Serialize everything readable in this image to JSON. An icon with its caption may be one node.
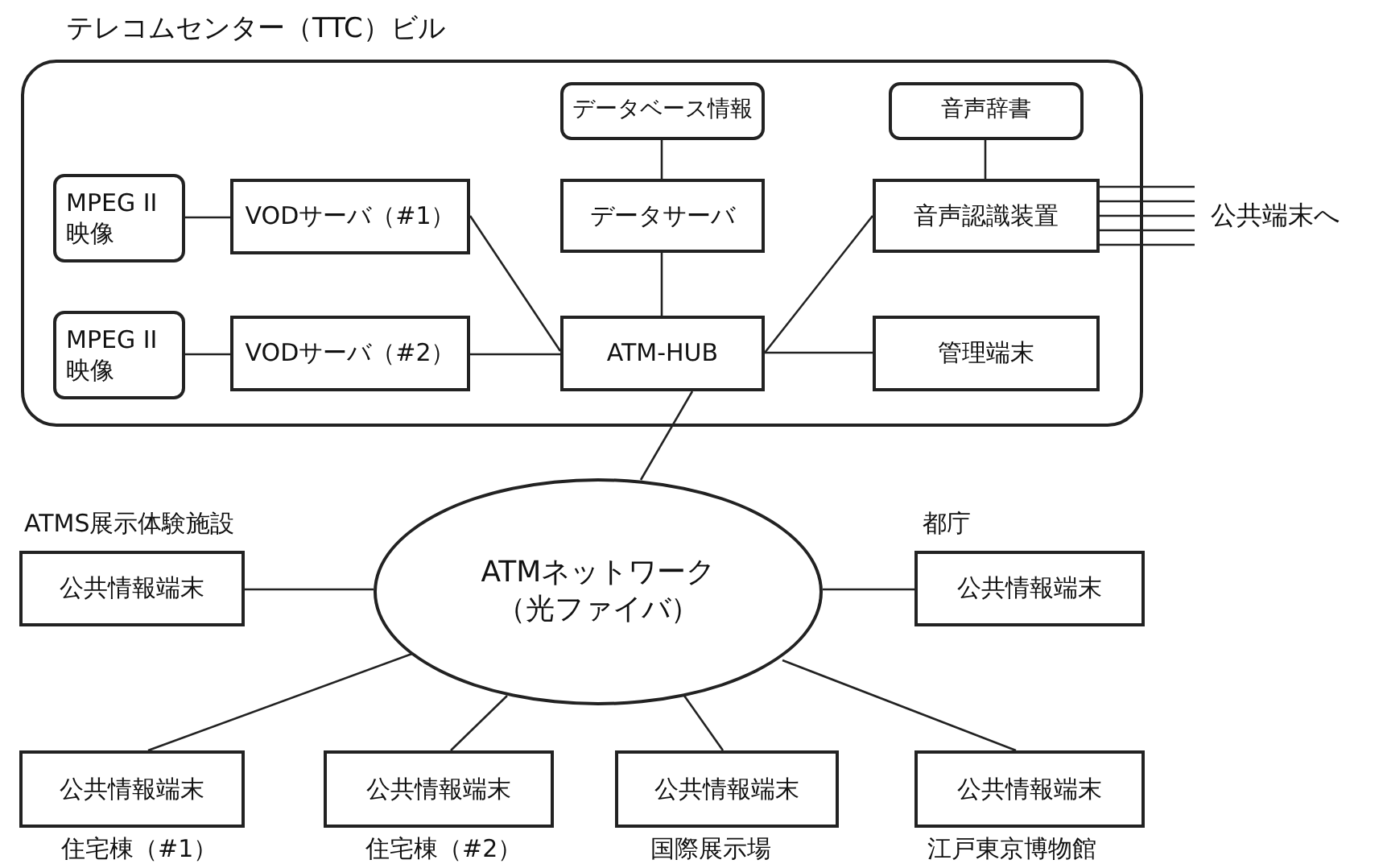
{
  "diagram": {
    "nodes": [
      {
        "text": [
          "テレコムセンター（TTC）ビル"
        ]
      },
      {
        "text": [
          "MPEG II 映像"
        ],
        "in": 0
      },
      {
        "text": [
          "VODサーバ（#1）"
        ],
        "in": 0
      },
      {
        "text": [
          "MPEG II 映像"
        ],
        "in": 0
      },
      {
        "text": [
          "VODサーバ（#2）"
        ],
        "in": 0
      },
      {
        "text": [
          "データベース情報"
        ],
        "in": 0
      },
      {
        "text": [
          "データサーバ"
        ],
        "in": 0
      },
      {
        "text": [
          "ATM-HUB"
        ],
        "in": 0
      },
      {
        "text": [
          "音声辞書"
        ],
        "in": 0
      },
      {
        "text": [
          "音声認識装置"
        ],
        "in": 0
      },
      {
        "text": [
          "管理端末"
        ],
        "in": 0
      },
      {
        "text": [
          "ATMネットワーク（光ファイバ）"
        ]
      },
      {
        "text": [
          "公共端末へ"
        ]
      },
      {
        "text": [
          "公共情報端末"
        ],
        "beside": [
          "ATMS展示体験施設"
        ]
      },
      {
        "text": [
          "公共情報端末"
        ],
        "beside": [
          "都庁"
        ]
      },
      {
        "text": [
          "公共情報端末"
        ],
        "beside": [
          "住宅棟（#1）"
        ]
      },
      {
        "text": [
          "公共情報端末"
        ],
        "beside": [
          "住宅棟（#2）"
        ]
      },
      {
        "text": [
          "公共情報端末"
        ],
        "beside": [
          "国際展示場"
        ]
      },
      {
        "text": [
          "公共情報端末"
        ],
        "beside": [
          "江戸東京博物館"
        ]
      }
    ],
    "edges": [
      {
        "from": 1,
        "to": 2,
        "arrow": "none"
      },
      {
        "from": 3,
        "to": 4,
        "arrow": "none"
      },
      {
        "from": 2,
        "to": 7,
        "arrow": "none"
      },
      {
        "from": 4,
        "to": 7,
        "arrow": "none"
      },
      {
        "from": 5,
        "to": 6,
        "arrow": "none"
      },
      {
        "from": 6,
        "to": 7,
        "arrow": "none"
      },
      {
        "from": 8,
        "to": 9,
        "arrow": "none"
      },
      {
        "from": 7,
        "to": 9,
        "arrow": "none"
      },
      {
        "from": 7,
        "to": 10,
        "arrow": "none"
      },
      {
        "from": 9,
        "to": 12,
        "arrow": "none"
      },
      {
        "from": 9,
        "to": 12,
        "arrow": "none"
      },
      {
        "from": 9,
        "to": 12,
        "arrow": "none"
      },
      {
        "from": 9,
        "to": 12,
        "arrow": "none"
      },
      {
        "from": 9,
        "to": 12,
        "arrow": "none"
      },
      {
        "from": 7,
        "to": 11,
        "arrow": "none"
      },
      {
        "from": 13,
        "to": 11,
        "arrow": "none"
      },
      {
        "from": 11,
        "to": 14,
        "arrow": "none"
      },
      {
        "from": 11,
        "to": 15,
        "arrow": "none"
      },
      {
        "from": 11,
        "to": 16,
        "arrow": "none"
      },
      {
        "from": 11,
        "to": 17,
        "arrow": "none"
      },
      {
        "from": 11,
        "to": 18,
        "arrow": "none"
      }
    ]
  }
}
